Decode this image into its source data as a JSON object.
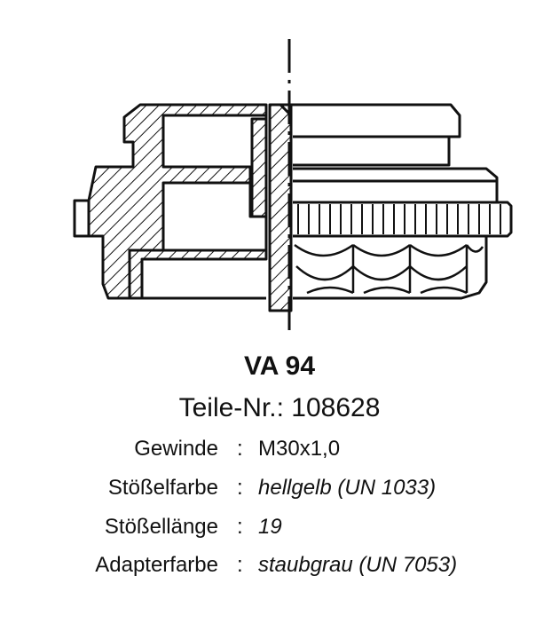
{
  "product": {
    "title": "VA 94",
    "part_number": "Teile-Nr.: 108628"
  },
  "specs": [
    {
      "label": "Gewinde",
      "separator": ":",
      "value": "M30x1,0",
      "italic": false
    },
    {
      "label": "Stößelfarbe",
      "separator": ":",
      "value": "hellgelb (UN 1033)",
      "italic": true
    },
    {
      "label": "Stößellänge",
      "separator": ":",
      "value": "19",
      "italic": true
    },
    {
      "label": "Adapterfarbe",
      "separator": ":",
      "value": "staubgrau (UN 7053)",
      "italic": true
    }
  ],
  "colors": {
    "line": "#111111",
    "background": "#ffffff"
  }
}
